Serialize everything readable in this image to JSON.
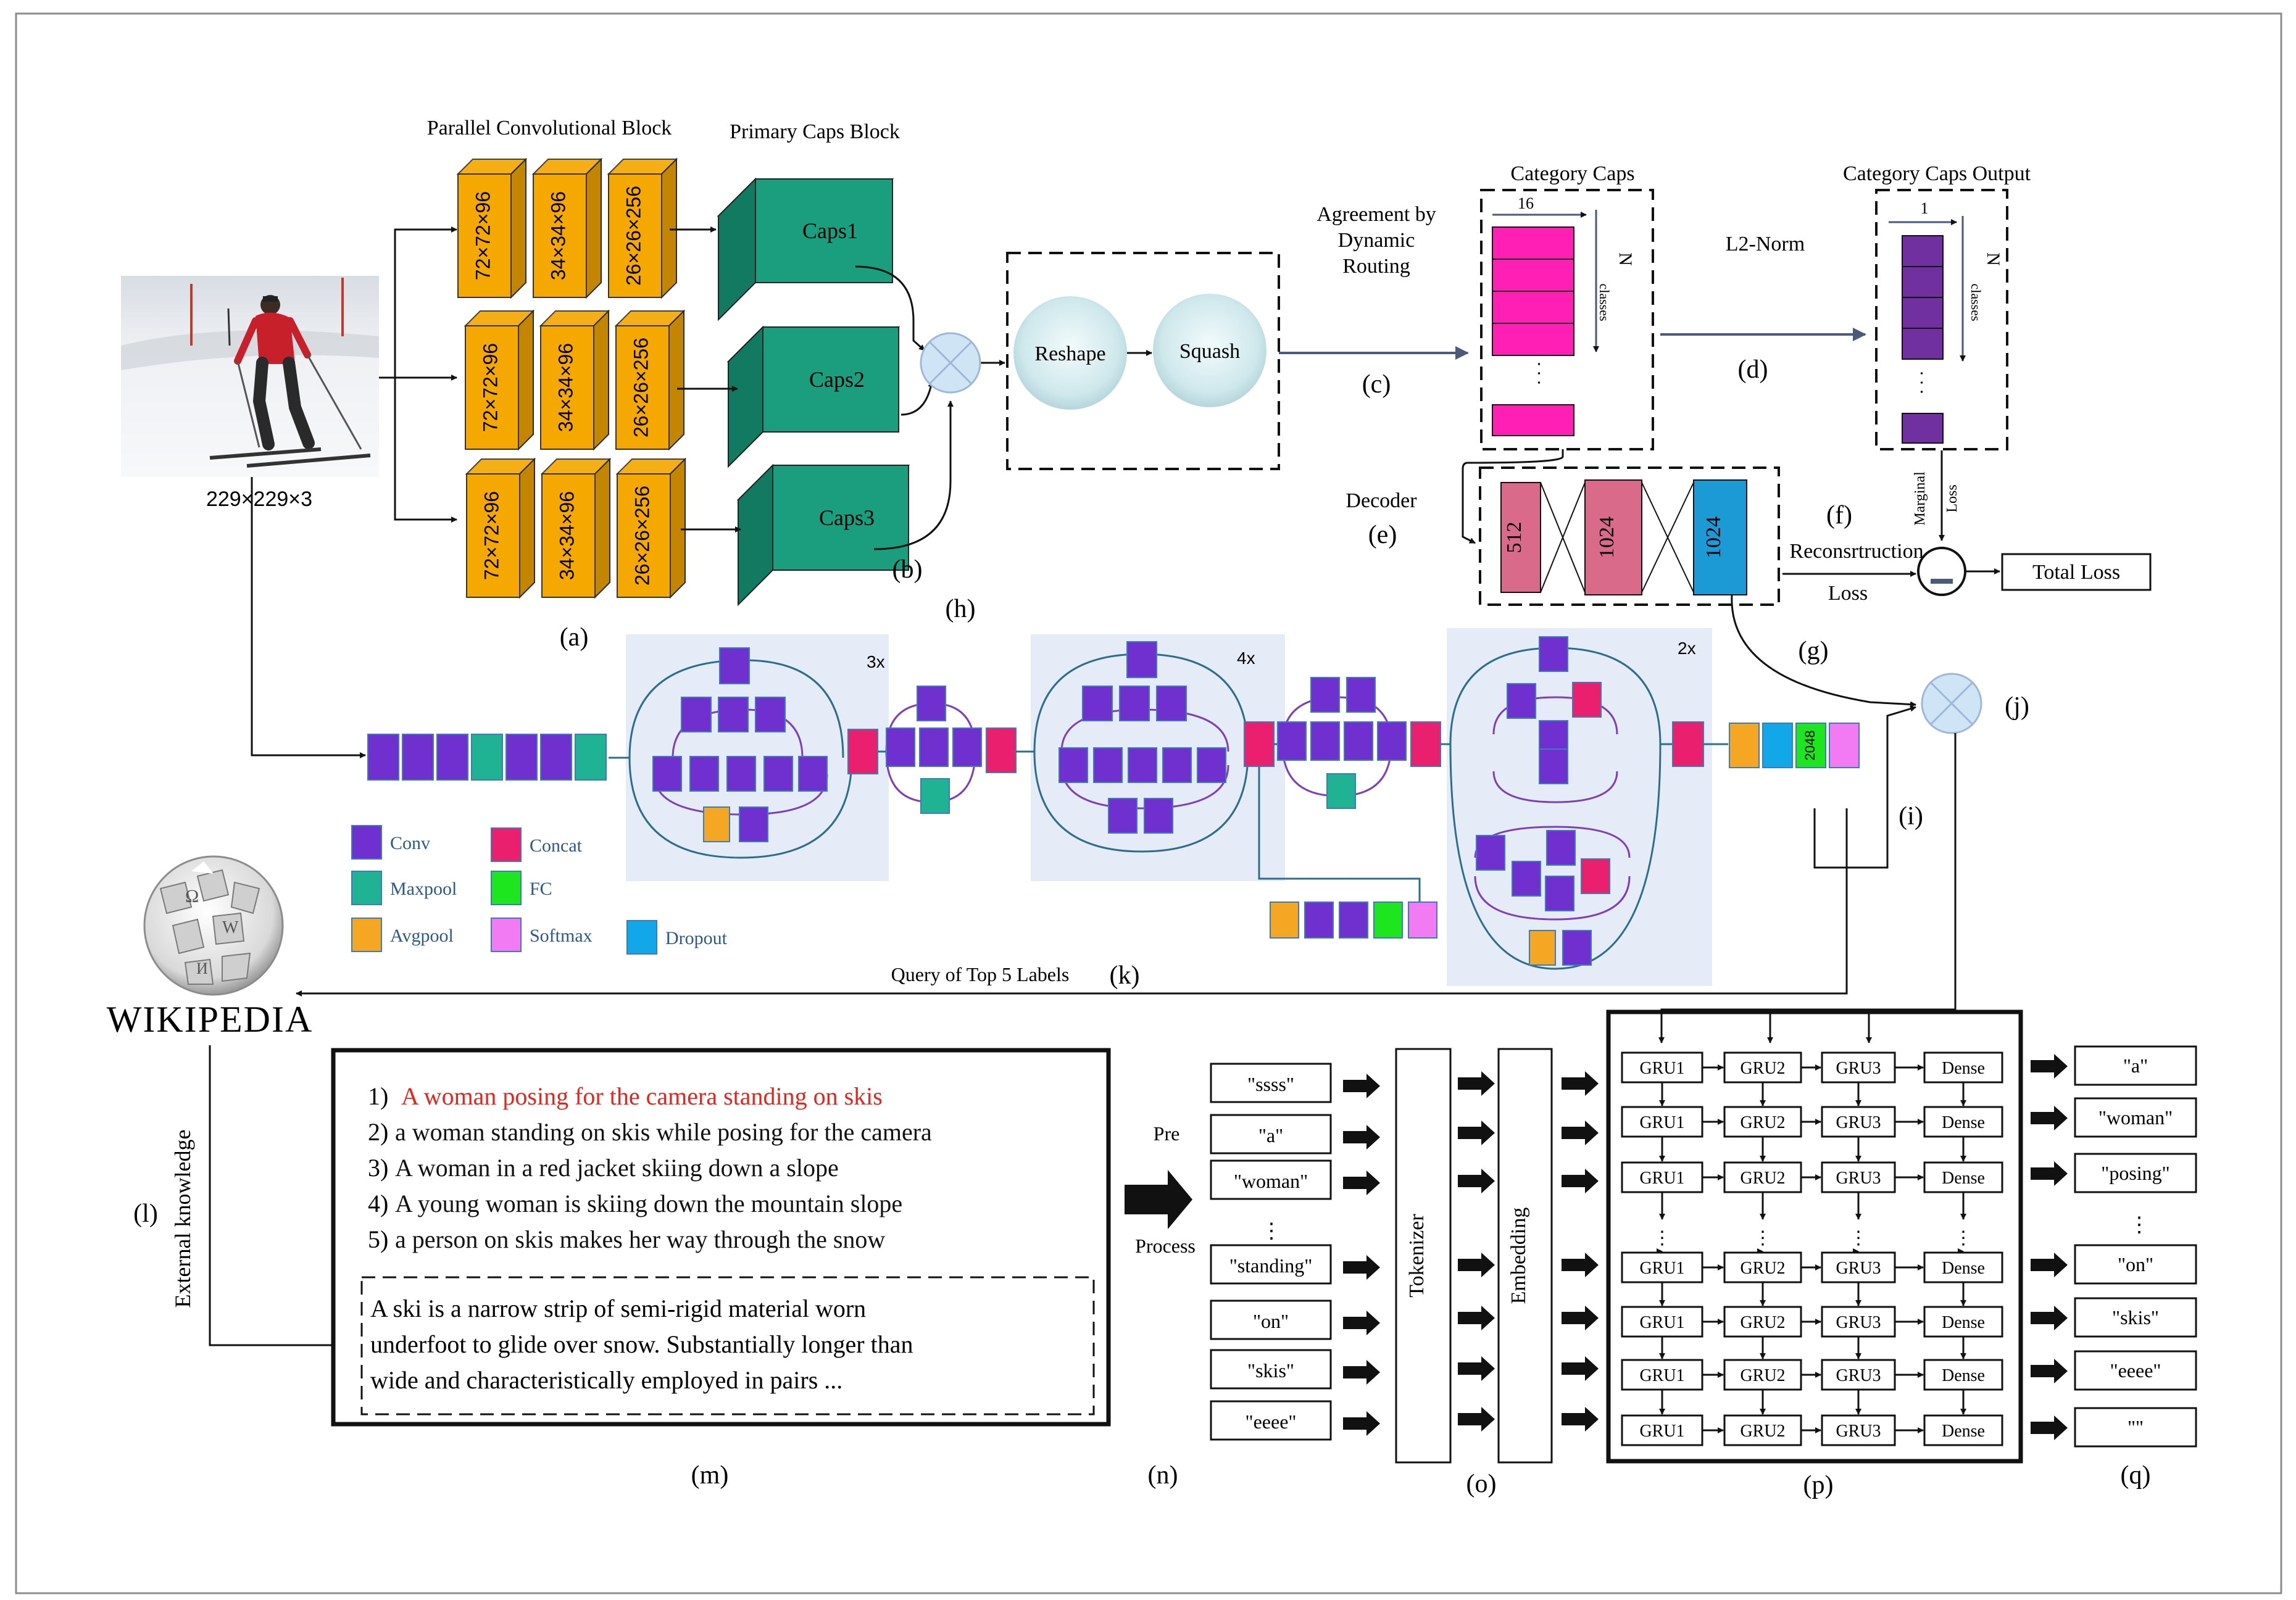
{
  "input": {
    "dims": "229×229×3"
  },
  "labels": {
    "parallel_block": "Parallel Convolutional Block",
    "primary_caps": "Primary Caps Block",
    "agreement": [
      "Agreement by",
      "Dynamic",
      "Routing"
    ],
    "category_caps": "Category Caps",
    "category_caps_output": "Category Caps Output",
    "l2norm": "L2-Norm",
    "decoder": "Decoder",
    "reconstruction": "Reconsrtruction",
    "loss": "Loss",
    "marginal": "Marginal",
    "marginal_loss": "Loss",
    "total_loss": "Total Loss",
    "query": "Query of Top 5 Labels",
    "external": "External knowledge",
    "pre": "Pre",
    "process": "Process",
    "tokenizer": "Tokenizer",
    "embedding": "Embedding",
    "wiki": "WIKIPEDIA",
    "cc_16": "16",
    "cc_n": "N",
    "cc_classes": "classes",
    "out_1": "1",
    "out_n": "N",
    "out_classes": "classes",
    "dots": ". . .",
    "vdots": "⋮"
  },
  "conv_rows": [
    [
      "72×72×96",
      "34×34×96",
      "26×26×256"
    ],
    [
      "72×72×96",
      "34×34×96",
      "26×26×256"
    ],
    [
      "72×72×96",
      "34×34×96",
      "26×26×256"
    ]
  ],
  "caps": [
    "Caps1",
    "Caps2",
    "Caps3"
  ],
  "routing_ops": [
    "Reshape",
    "Squash"
  ],
  "decoder_layers": [
    "512",
    "1024",
    "1024"
  ],
  "step_labels": {
    "a": "(a)",
    "b": "(b)",
    "c": "(c)",
    "d": "(d)",
    "e": "(e)",
    "f": "(f)",
    "g": "(g)",
    "h": "(h)",
    "i": "(i)",
    "j": "(j)",
    "k": "(k)",
    "l": "(l)",
    "m": "(m)",
    "n": "(n)",
    "o": "(o)",
    "p": "(p)",
    "q": "(q)"
  },
  "inception": {
    "rep1": "3x",
    "rep2": "4x",
    "rep3": "2x",
    "fc": "2048"
  },
  "legend": [
    {
      "label": "Conv",
      "color": "#7030d0"
    },
    {
      "label": "Concat",
      "color": "#ea1f6e"
    },
    {
      "label": "Maxpool",
      "color": "#1fb393"
    },
    {
      "label": "FC",
      "color": "#1ee61e"
    },
    {
      "label": "Avgpool",
      "color": "#f5a623"
    },
    {
      "label": "Softmax",
      "color": "#f27af2"
    },
    {
      "label": "Dropout",
      "color": "#12a7e8"
    }
  ],
  "captions": [
    {
      "num": "1)",
      "text": "A woman posing for the camera standing on skis"
    },
    {
      "num": "2)",
      "text": "a woman standing on skis while posing for the camera"
    },
    {
      "num": "3)",
      "text": "A woman in a red jacket skiing down a slope"
    },
    {
      "num": "4)",
      "text": "A young woman is skiing down the mountain slope"
    },
    {
      "num": "5)",
      "text": "a person on skis makes her way through the snow"
    }
  ],
  "knowledge": [
    "A ski is a narrow strip of semi-rigid material worn",
    "underfoot to glide over snow. Substantially longer than",
    "wide and characteristically employed in pairs ..."
  ],
  "input_tokens": [
    "\"ssss\"",
    "\"a\"",
    "\"woman\"",
    "\"standing\"",
    "\"on\"",
    "\"skis\"",
    "\"eeee\""
  ],
  "output_tokens": [
    "\"a\"",
    "\"woman\"",
    "\"posing\"",
    "\"on\"",
    "\"skis\"",
    "\"eeee\"",
    "\"\""
  ],
  "gru": [
    "GRU1",
    "GRU2",
    "GRU3",
    "Dense"
  ],
  "colors": {
    "conv_orange": "#f5a800",
    "caps_green": "#1a9e7e",
    "category_caps": "#ff1fb4",
    "caps_output": "#7030a0",
    "decoder_pink": "#d96a8a",
    "decoder_blue": "#1b9ad6",
    "panel_bg": "#e6ecf7",
    "highlight_caption": "#e8221c",
    "arrow": "#4a5a78"
  }
}
